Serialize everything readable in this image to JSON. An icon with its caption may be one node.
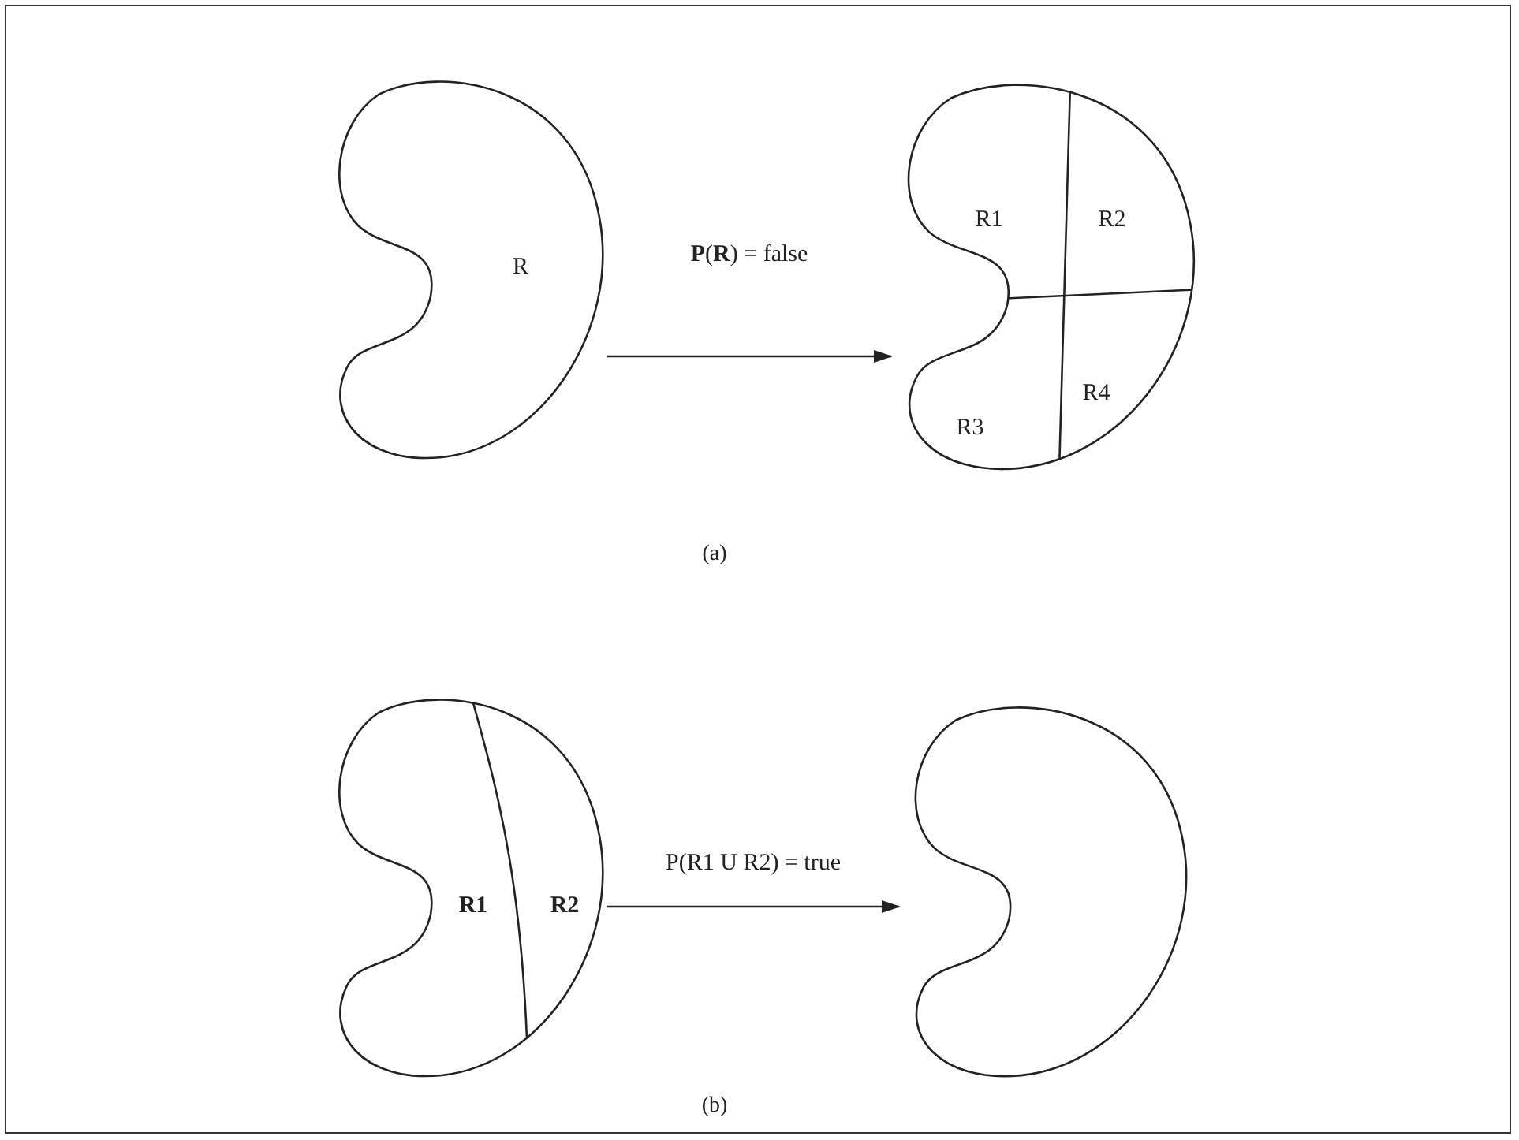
{
  "diagram": {
    "nodes": [
      {
        "text": [
          "R"
        ]
      },
      {
        "text": [
          "R1",
          "R2",
          "R3",
          "R4"
        ]
      },
      {
        "text": [
          "R1",
          "R2"
        ]
      },
      {
        "text": [],
        "shape": "blob"
      }
    ],
    "edges": [
      {
        "from": 0,
        "to": 1,
        "arrow": "to",
        "label": "**P**(**R**) = false"
      },
      {
        "from": 2,
        "to": 3,
        "arrow": "to",
        "label": "P(R1 U R2) = true"
      }
    ],
    "labels": [
      "(a)",
      "(b)"
    ]
  }
}
